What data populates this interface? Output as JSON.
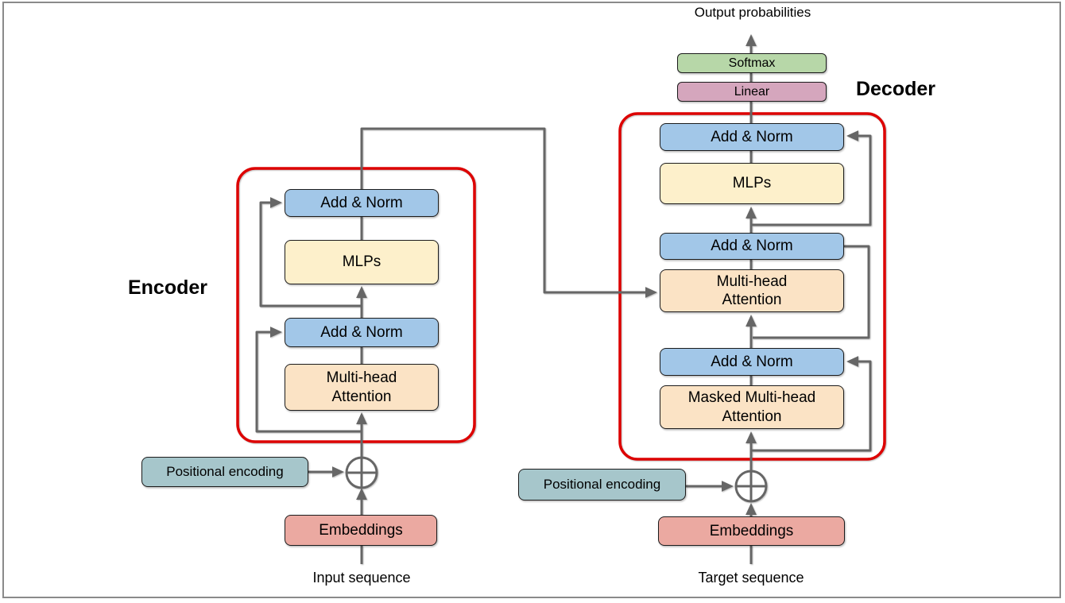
{
  "figure": {
    "output_probabilities": "Output probabilities",
    "input_sequence": "Input sequence",
    "target_sequence": "Target sequence"
  },
  "encoder": {
    "label": "Encoder",
    "add_norm_top": "Add & Norm",
    "mlps": "MLPs",
    "add_norm_bottom": "Add & Norm",
    "multi_head_attention": "Multi-head Attention",
    "positional_encoding": "Positional encoding",
    "embeddings": "Embeddings"
  },
  "decoder": {
    "label": "Decoder",
    "softmax": "Softmax",
    "linear": "Linear",
    "add_norm_top": "Add & Norm",
    "mlps": "MLPs",
    "add_norm_mid": "Add & Norm",
    "multi_head_attention": "Multi-head Attention",
    "add_norm_bottom": "Add & Norm",
    "masked_multi_head_attention": "Masked Multi-head Attention",
    "positional_encoding": "Positional encoding",
    "embeddings": "Embeddings"
  },
  "colors": {
    "add_norm_blue": "#a2c7e8",
    "mlps_yellow": "#fdf0cb",
    "attention_orange": "#fbe3c5",
    "softmax_green": "#b7d7a8",
    "linear_mauve": "#d5a6bd",
    "positional_encoding_teal": "#a6c6cb",
    "embeddings_salmon": "#eba9a1",
    "container_outline_red": "#dd0000",
    "connector_gray": "#666666"
  }
}
